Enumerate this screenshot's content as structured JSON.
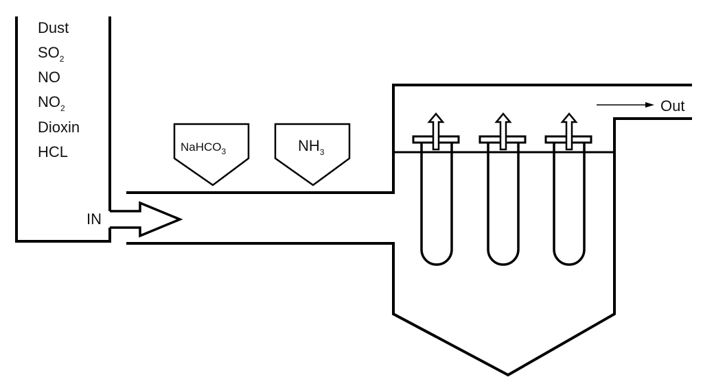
{
  "pollutants": [
    {
      "base": "Dust",
      "sub": ""
    },
    {
      "base": "SO",
      "sub": "2"
    },
    {
      "base": "NO",
      "sub": ""
    },
    {
      "base": "NO",
      "sub": "2"
    },
    {
      "base": "Dioxin",
      "sub": ""
    },
    {
      "base": "HCL",
      "sub": ""
    }
  ],
  "inlet_label": "IN",
  "outlet_label": "Out",
  "reagents": [
    {
      "base": "NaHCO",
      "sub": "3"
    },
    {
      "base": "NH",
      "sub": "3"
    }
  ],
  "filter_bag_count": 3,
  "colors": {
    "line": "#000000",
    "background": "#ffffff"
  }
}
